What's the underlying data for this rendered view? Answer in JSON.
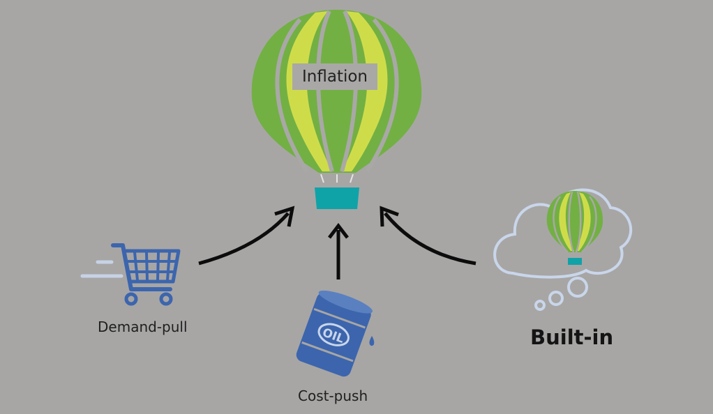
{
  "diagram": {
    "title": "Inflation",
    "causes": [
      {
        "label": "Demand-pull",
        "icon": "shopping-cart-icon"
      },
      {
        "label": "Cost-push",
        "icon": "oil-barrel-icon"
      },
      {
        "label": "Built-in",
        "icon": "thought-cloud-balloon-icon"
      }
    ],
    "barrel_text": "OIL"
  },
  "colors": {
    "background": "#a7a6a5",
    "balloon_green": "#72b043",
    "balloon_lime": "#cfdc4a",
    "balloon_stripe": "#a9a8a7",
    "basket_teal": "#0fa3a8",
    "icon_blue": "#3c65ad",
    "cloud_outline": "#c9d6ea",
    "arrow": "#0c0c0c"
  }
}
